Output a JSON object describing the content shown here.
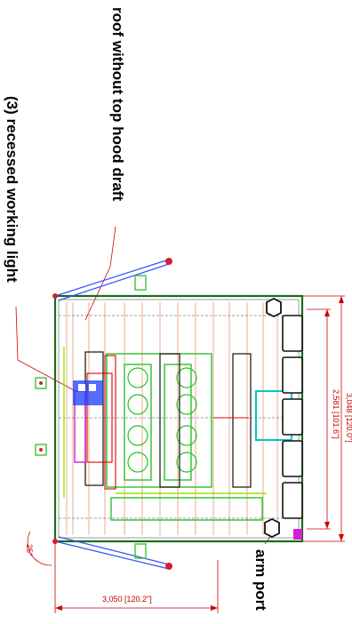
{
  "annotations": {
    "roof_note": "roof without top hood draft",
    "light_note": "(3) recessed working light",
    "arm_port": "arm port"
  },
  "dimensions": {
    "outer_height": "3,048 [120.0\"]",
    "inner_height": "2,581 [101.6\"]",
    "overall_width": "3,050 [120.2\"]",
    "angle": "25°"
  },
  "colors": {
    "frame": "#1a6b1a",
    "dimension": "#cc0000",
    "structure": "#e38a5c",
    "panel": "#2ac02a",
    "cyan": "#00c8c8",
    "blue": "#1a3cff",
    "magenta": "#d020d0"
  }
}
